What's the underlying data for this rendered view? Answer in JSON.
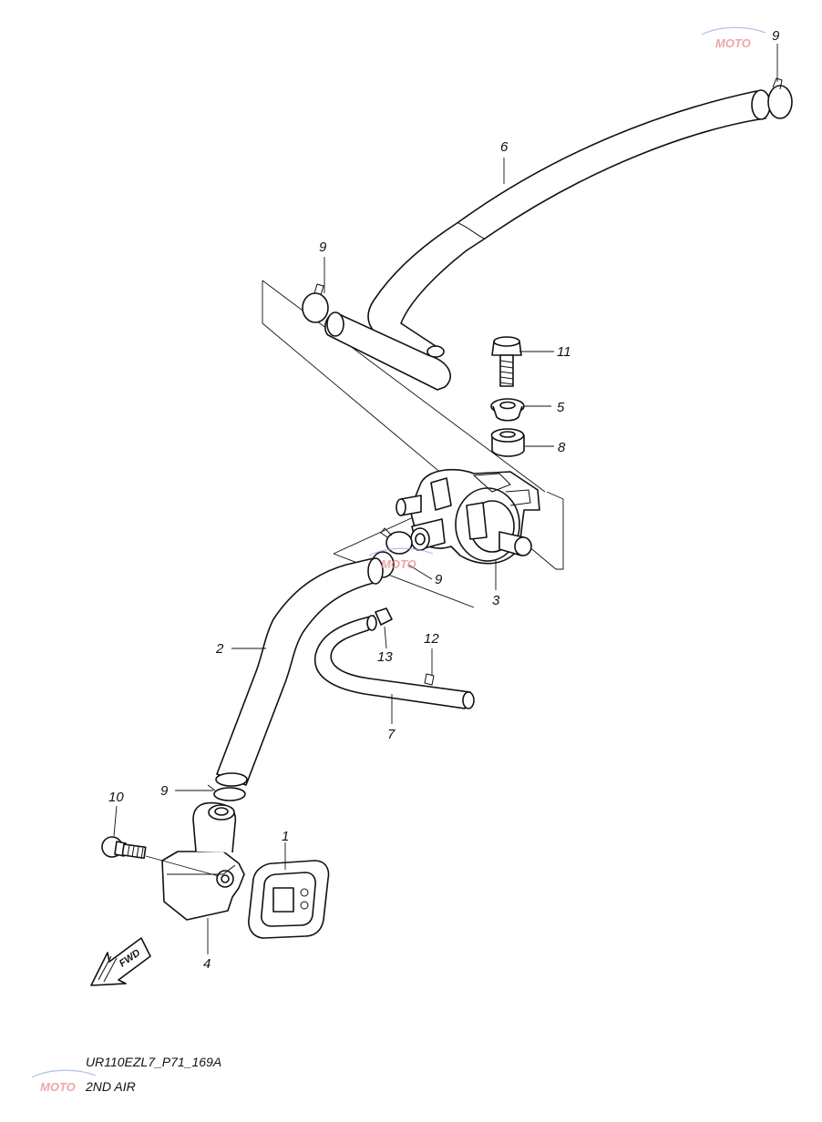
{
  "callouts": [
    {
      "id": "c9a",
      "label": "9"
    },
    {
      "id": "c6",
      "label": "6"
    },
    {
      "id": "c9b",
      "label": "9"
    },
    {
      "id": "c11",
      "label": "11"
    },
    {
      "id": "c5",
      "label": "5"
    },
    {
      "id": "c8",
      "label": "8"
    },
    {
      "id": "c9c",
      "label": "9"
    },
    {
      "id": "c3",
      "label": "3"
    },
    {
      "id": "c2",
      "label": "2"
    },
    {
      "id": "c12",
      "label": "12"
    },
    {
      "id": "c13",
      "label": "13"
    },
    {
      "id": "c7",
      "label": "7"
    },
    {
      "id": "c9d",
      "label": "9"
    },
    {
      "id": "c10",
      "label": "10"
    },
    {
      "id": "c1",
      "label": "1"
    },
    {
      "id": "c4",
      "label": "4"
    }
  ],
  "fwd_label": "FWD",
  "figure": {
    "code": "UR110EZL7_P71_169A",
    "caption": "2ND AIR"
  },
  "watermark": "MOTO"
}
